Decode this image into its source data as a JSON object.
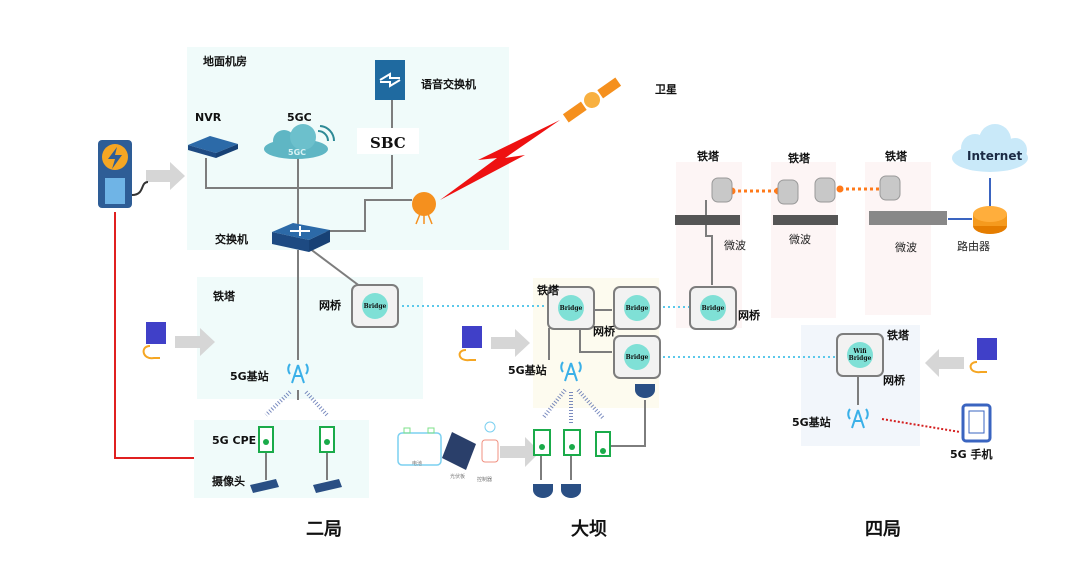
{
  "regions": {
    "machine_room": {
      "title": "地面机房",
      "nvr": "NVR",
      "core": "5GC",
      "core_icon_text": "5GC",
      "sbc": "SBC",
      "voice_switch": "语音交换机",
      "switch": "交换机"
    },
    "satellite": "卫星",
    "erju": {
      "name": "二局",
      "tower": "铁塔",
      "bridge": "网桥",
      "base_station": "5G基站",
      "cpe": "5G  CPE",
      "camera": "摄像头"
    },
    "daba": {
      "name": "大坝",
      "tower": "铁塔",
      "bridge": "网桥",
      "base_station": "5G基站",
      "battery": "电池",
      "solar_panel": "光伏板",
      "controller": "控制器"
    },
    "microwave": {
      "towers": [
        "铁塔",
        "铁塔",
        "铁塔"
      ],
      "labels": [
        "微波",
        "微波",
        "微波"
      ],
      "bridge": "网桥",
      "internet": "Internet",
      "router": "路由器"
    },
    "siju": {
      "name": "四局",
      "tower": "铁塔",
      "bridge": "网桥",
      "wifi_bridge": "Wifi Bridge",
      "base_station": "5G基站",
      "phone": "5G  手机"
    }
  },
  "bridge_text": "Bridge",
  "colors": {
    "room_bg": "#f0fbfa",
    "daba_bg": "#fdfbef",
    "microwave_bg": "#fdf5f5",
    "siju_bg": "#f2f6fb",
    "link_wifi": "#5bc8ea",
    "link_microwave": "#ff7a1a",
    "link_power": "#e02020",
    "link_phone": "#d42020",
    "network_blue": "#1f5fa8"
  }
}
